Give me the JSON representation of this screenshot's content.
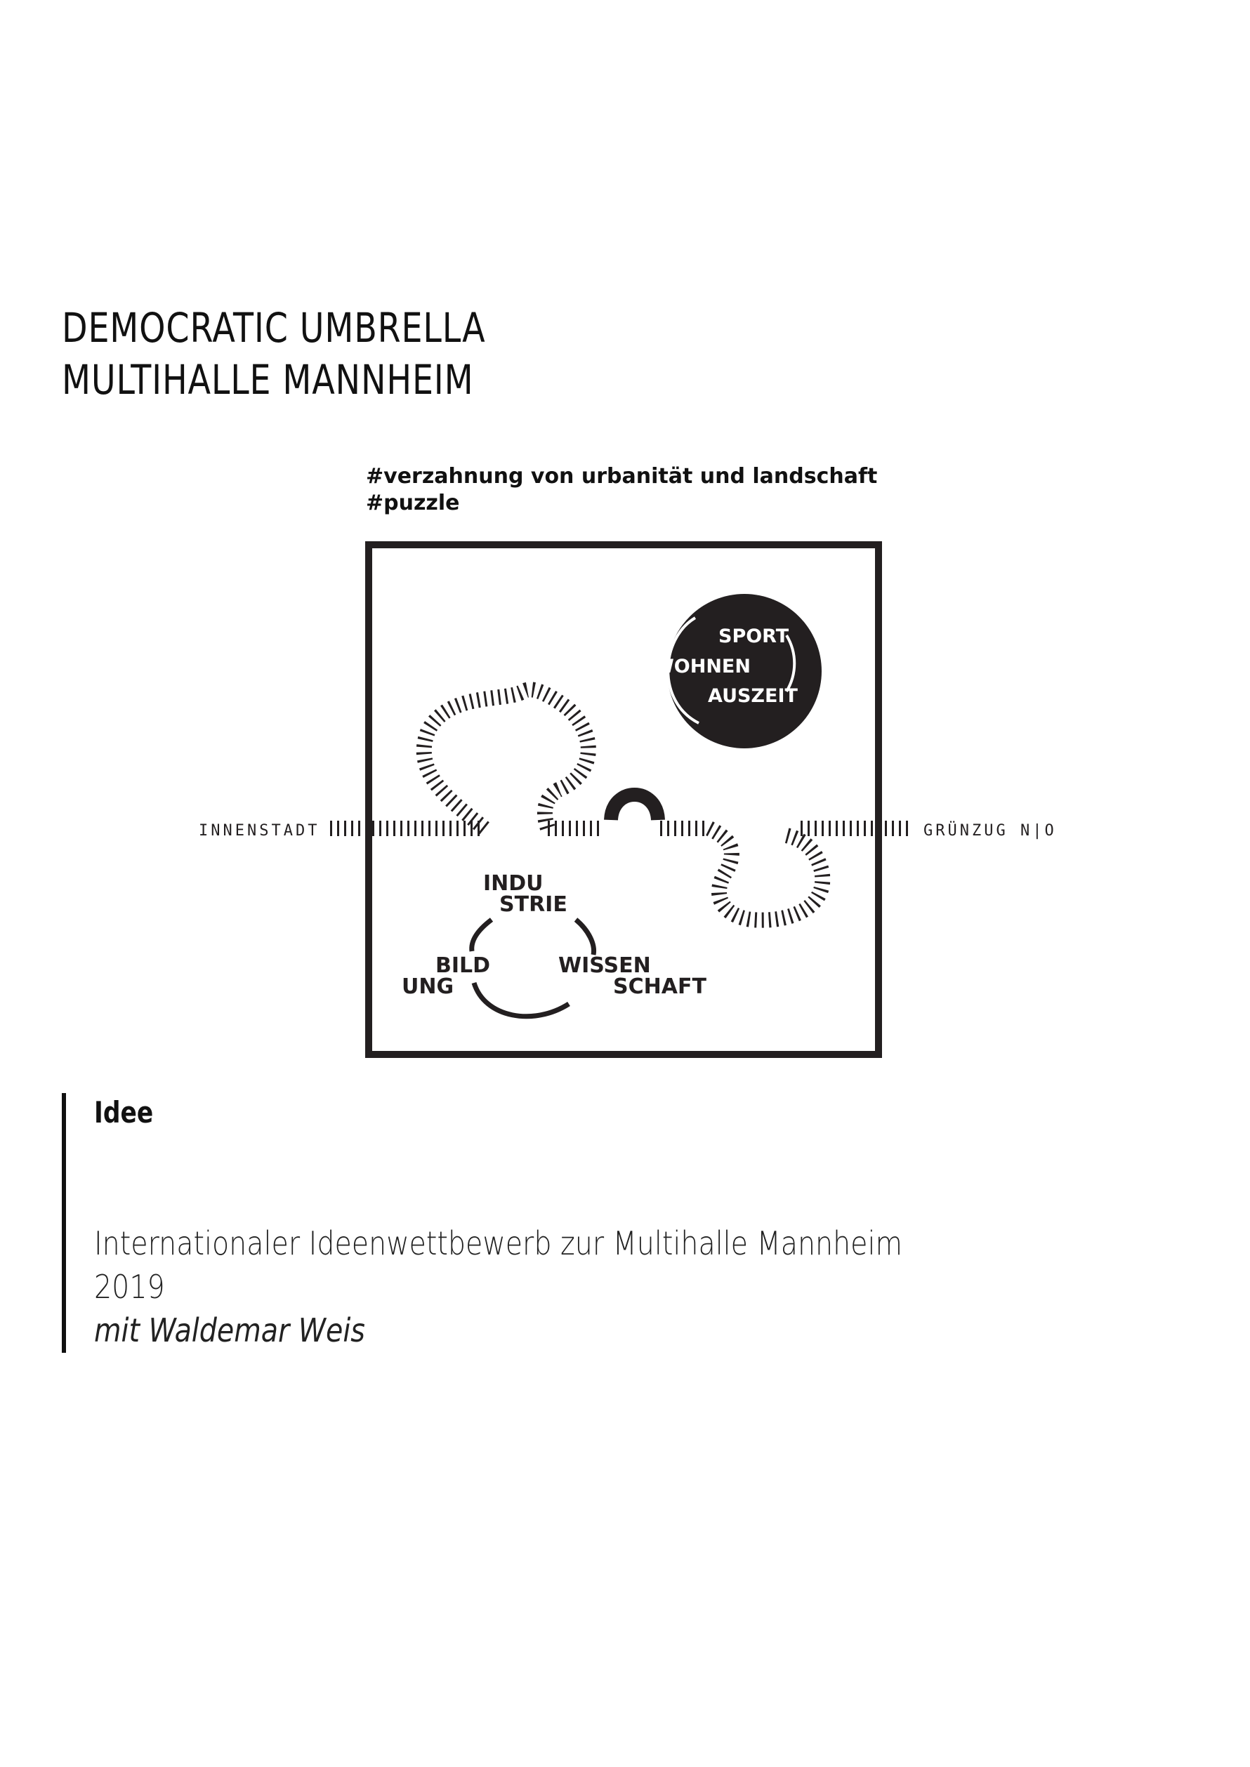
{
  "title": {
    "line1": "DEMOCRATIC UMBRELLA",
    "line2": "MULTIHALLE MANNHEIM"
  },
  "hashtags": [
    "#verzahnung von urbanität und landschaft",
    "#puzzle"
  ],
  "diagram": {
    "label_left": "INNENSTADT",
    "label_right": "GRÜNZUG N|O",
    "circle_top": {
      "words": [
        "SPORT",
        "WOHNEN",
        "AUSZEIT"
      ],
      "fill": "#231f20"
    },
    "triad": {
      "top": [
        "INDU",
        "STRIE"
      ],
      "left": [
        "BILD",
        "UNG"
      ],
      "right": [
        "WISSEN",
        "SCHAFT"
      ]
    },
    "stroke_color": "#231f20"
  },
  "section": {
    "heading": "Idee"
  },
  "info": {
    "competition": "Internationaler Ideenwettbewerb zur Multihalle Mannheim",
    "year": "2019",
    "credit": "mit Waldemar Weis"
  }
}
